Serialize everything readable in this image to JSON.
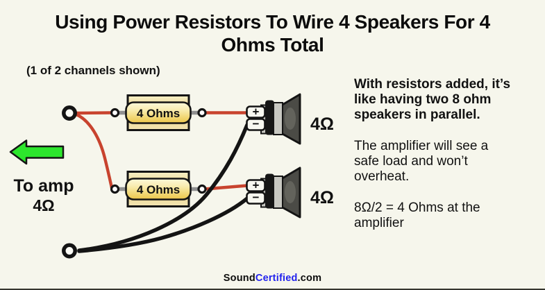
{
  "page": {
    "background_color": "#f6f6ec",
    "bottom_bar_color": "#35352f"
  },
  "title": {
    "line1": "Using Power Resistors To Wire 4 Speakers For 4",
    "line2": "Ohms Total"
  },
  "subtitle": "(1 of 2 channels shown)",
  "amp": {
    "label_line1": "To amp",
    "label_line2": "4Ω",
    "arrow_color": "#2de62d"
  },
  "diagram": {
    "wire_positive_color": "#c8432e",
    "wire_negative_color": "#141414",
    "resistors": [
      {
        "label": "4 Ohms",
        "body_color": "#f0c64d"
      },
      {
        "label": "4 Ohms",
        "body_color": "#f0c64d"
      }
    ],
    "speakers": [
      {
        "plus": "+",
        "minus": "−",
        "impedance": "4Ω"
      },
      {
        "plus": "+",
        "minus": "−",
        "impedance": "4Ω"
      }
    ]
  },
  "right_panel": {
    "paragraphs": [
      {
        "lines": [
          "With resistors added, it’s",
          "like having two 8 ohm",
          "speakers in parallel."
        ]
      },
      {
        "lines": [
          "The amplifier will see a",
          "safe load and won’t",
          "overheat."
        ]
      },
      {
        "lines": [
          "8Ω/2 = 4 Ohms at the",
          "amplifier"
        ]
      }
    ]
  },
  "footer": {
    "brand_part1": "Sound",
    "brand_part2": "Certified",
    "brand_part3": ".com",
    "brand_accent_color": "#2323ee"
  }
}
